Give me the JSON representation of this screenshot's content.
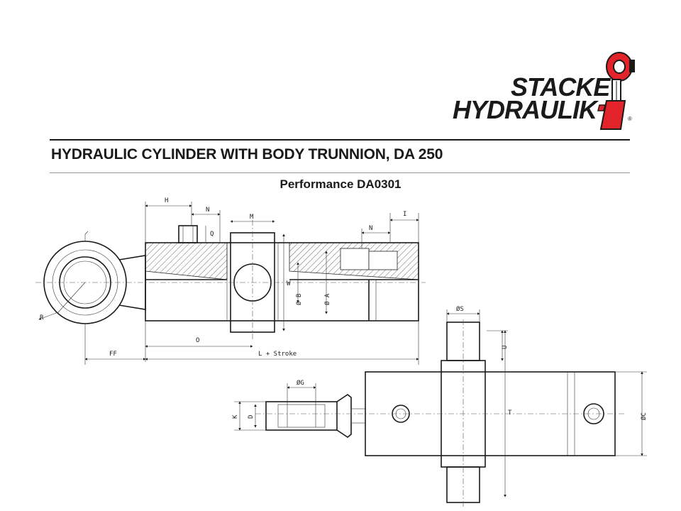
{
  "brand": {
    "line1": "STACKE",
    "line2": "HYDRAULIK",
    "registered": "®",
    "accent_color": "#e3232a"
  },
  "header": {
    "title": "HYDRAULIC CYLINDER WITH BODY TRUNNION, DA 250",
    "subtitle": "Performance DA0301"
  },
  "dimensions": {
    "H": "H",
    "N_top": "N",
    "Q": "Q",
    "M": "M",
    "I": "I",
    "N_right": "N",
    "W": "W",
    "B": "Ø B",
    "A": "Ø A",
    "R": "R",
    "O": "O",
    "FF": "FF",
    "L_stroke": "L + Stroke",
    "S": "ØS",
    "U": "U",
    "G": "ØG",
    "K": "K",
    "D": "D",
    "T": "T",
    "C": "ØC"
  }
}
